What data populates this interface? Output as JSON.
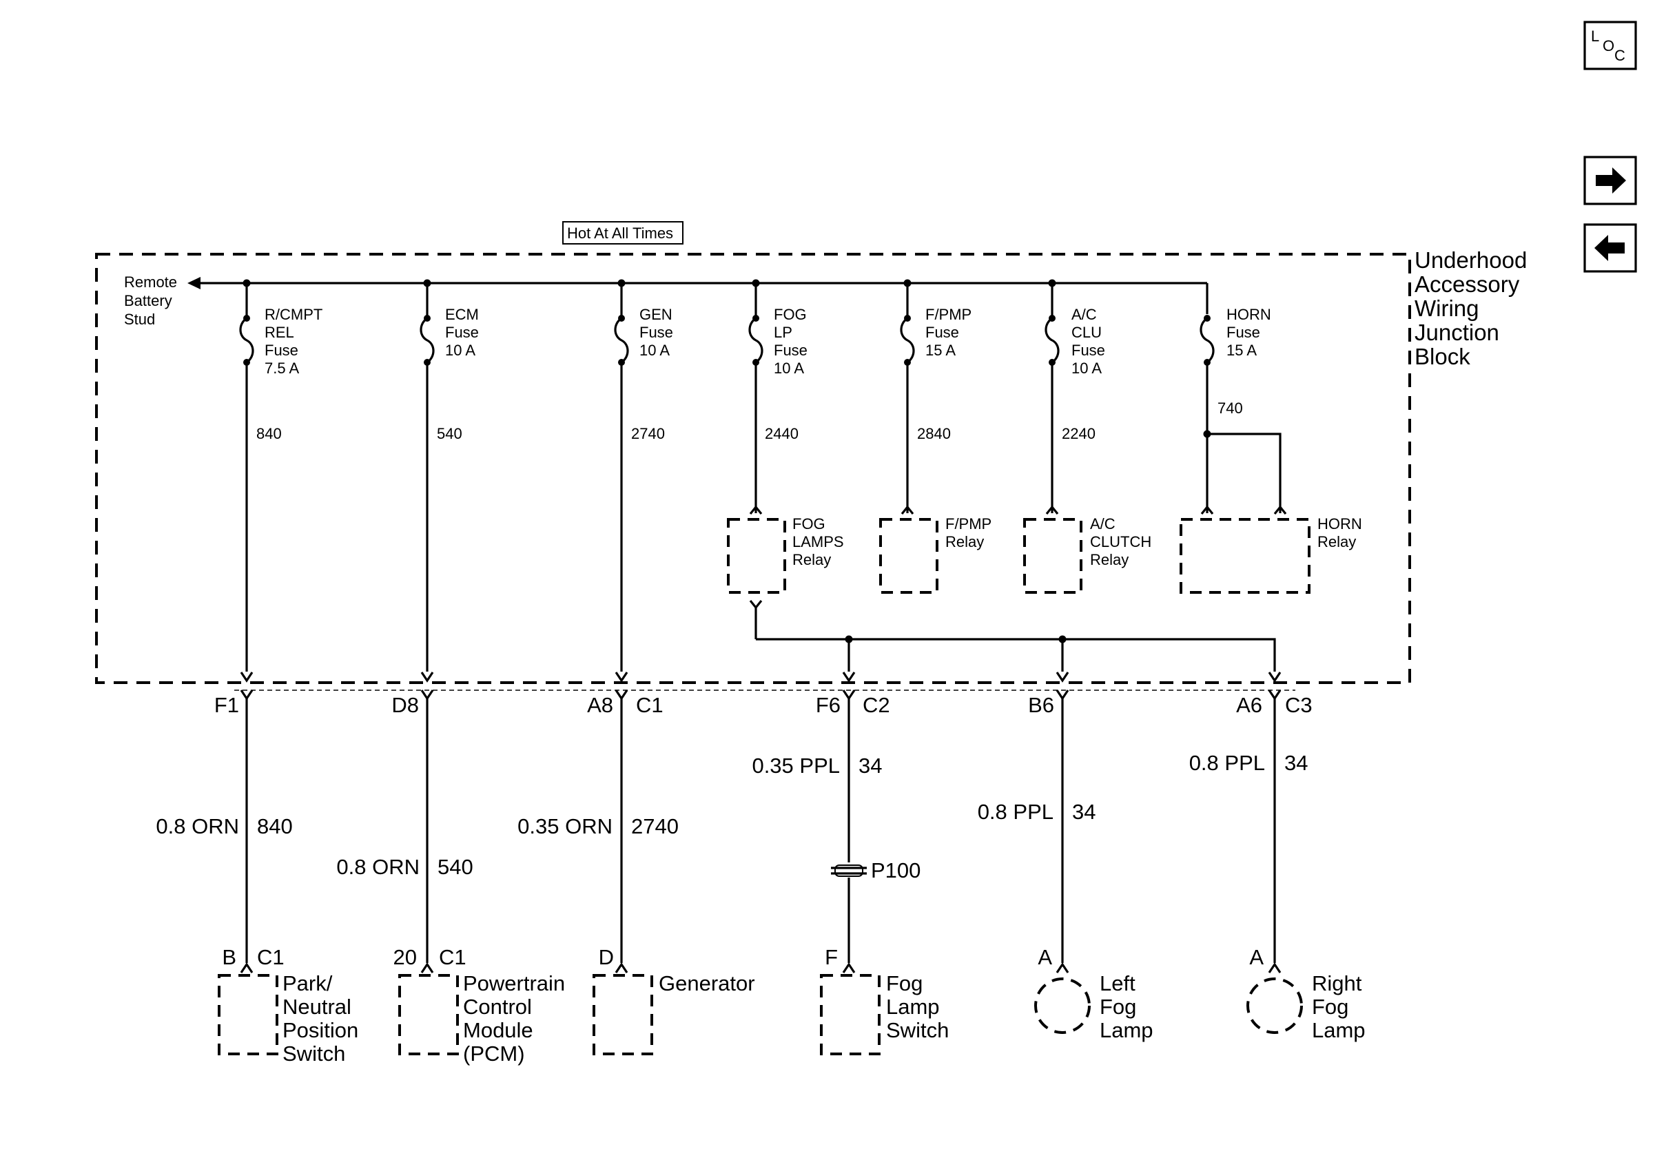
{
  "header": {
    "hot_label": "Hot At All Times",
    "block_lines": [
      "Underhood",
      "Accessory",
      "Wiring",
      "Junction",
      "Block"
    ],
    "battery_lines": [
      "Remote",
      "Battery",
      "Stud"
    ]
  },
  "nav": {
    "loc": [
      "L",
      "O",
      "C"
    ],
    "next_icon": "arrow-right-icon",
    "prev_icon": "arrow-left-icon"
  },
  "fuses": [
    {
      "lines": [
        "R/CMPT",
        "REL",
        "Fuse",
        "7.5 A"
      ],
      "circuit": "840"
    },
    {
      "lines": [
        "ECM",
        "Fuse",
        "10 A"
      ],
      "circuit": "540"
    },
    {
      "lines": [
        "GEN",
        "Fuse",
        "10 A"
      ],
      "circuit": "2740"
    },
    {
      "lines": [
        "FOG",
        "LP",
        "Fuse",
        "10 A"
      ],
      "circuit": "2440"
    },
    {
      "lines": [
        "F/PMP",
        "Fuse",
        "15 A"
      ],
      "circuit": "2840"
    },
    {
      "lines": [
        "A/C",
        "CLU",
        "Fuse",
        "10 A"
      ],
      "circuit": "2240"
    },
    {
      "lines": [
        "HORN",
        "Fuse",
        "15 A"
      ],
      "circuit": "740"
    }
  ],
  "relays": [
    {
      "lines": [
        "FOG",
        "LAMPS",
        "Relay"
      ]
    },
    {
      "lines": [
        "F/PMP",
        "Relay"
      ]
    },
    {
      "lines": [
        "A/C",
        "CLUTCH",
        "Relay"
      ]
    },
    {
      "lines": [
        "HORN",
        "Relay"
      ]
    }
  ],
  "connectors": {
    "top": [
      {
        "pin": "F1",
        "conn": ""
      },
      {
        "pin": "D8",
        "conn": ""
      },
      {
        "pin": "A8",
        "conn": "C1"
      },
      {
        "pin": "F6",
        "conn": "C2"
      },
      {
        "pin": "B6",
        "conn": ""
      },
      {
        "pin": "A6",
        "conn": "C3"
      }
    ],
    "bottom": [
      {
        "pin": "B",
        "conn": "C1"
      },
      {
        "pin": "20",
        "conn": "C1"
      },
      {
        "pin": "D",
        "conn": ""
      },
      {
        "pin": "F",
        "conn": ""
      },
      {
        "pin": "A",
        "conn": ""
      },
      {
        "pin": "A",
        "conn": ""
      }
    ]
  },
  "wires": [
    {
      "gauge": "0.8 ORN",
      "circuit": "840"
    },
    {
      "gauge": "0.8 ORN",
      "circuit": "540"
    },
    {
      "gauge": "0.35 ORN",
      "circuit": "2740"
    },
    {
      "gauge": "0.35 PPL",
      "circuit": "34"
    },
    {
      "gauge": "0.8 PPL",
      "circuit": "34"
    },
    {
      "gauge": "0.8 PPL",
      "circuit": "34"
    }
  ],
  "splice": "P100",
  "components": [
    {
      "lines": [
        "Park/",
        "Neutral",
        "Position",
        "Switch"
      ]
    },
    {
      "lines": [
        "Powertrain",
        "Control",
        "Module",
        "(PCM)"
      ]
    },
    {
      "lines": [
        "Generator"
      ]
    },
    {
      "lines": [
        "Fog",
        "Lamp",
        "Switch"
      ]
    },
    {
      "lines": [
        "Left",
        "Fog",
        "Lamp"
      ]
    },
    {
      "lines": [
        "Right",
        "Fog",
        "Lamp"
      ]
    }
  ]
}
